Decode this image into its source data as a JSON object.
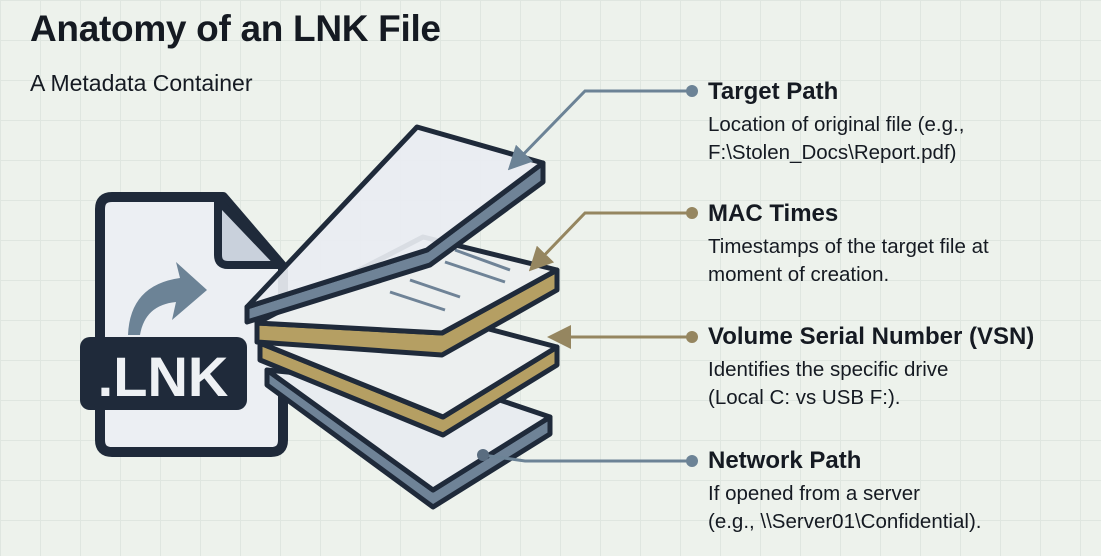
{
  "title": "Anatomy of an LNK File",
  "subtitle": "A Metadata Container",
  "file_icon_label": ".LNK",
  "colors": {
    "dark": "#1f2a3a",
    "blue": "#6f8397",
    "gold": "#b59f63",
    "connector_blue": "#6c8396",
    "connector_gold": "#958660"
  },
  "items": [
    {
      "heading": "Target Path",
      "lines": [
        "Location of original file (e.g.,",
        "F:\\Stolen_Docs\\Report.pdf)"
      ]
    },
    {
      "heading": "MAC Times",
      "lines": [
        "Timestamps of the target file at",
        "moment of creation."
      ]
    },
    {
      "heading": "Volume Serial Number (VSN)",
      "lines": [
        "Identifies the specific drive",
        "(Local C: vs USB F:)."
      ]
    },
    {
      "heading": "Network Path",
      "lines": [
        "If opened from a server",
        "(e.g., \\\\Server01\\Confidential)."
      ]
    }
  ]
}
